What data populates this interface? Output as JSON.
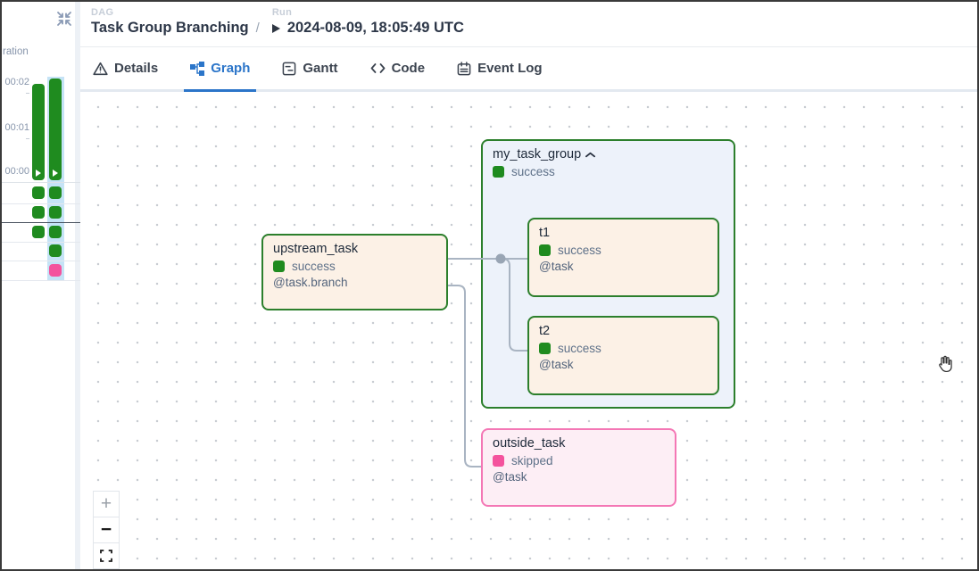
{
  "colors": {
    "accent_blue": "#2b75c9",
    "success_green": "#1f8b1f",
    "skipped_pink": "#f4539d",
    "task_node_bg": "#fcf1e6",
    "group_node_bg": "#edf2fa",
    "edge_gray": "#a9b4c2",
    "run_highlight_blue": "#c5e3f6"
  },
  "sidebar": {
    "collapse_icon": "compress-arrows-icon",
    "duration_axis_label_truncated": "ration",
    "tick_labels": [
      "00:02",
      "00:01",
      "00:00"
    ],
    "runs": [
      {
        "state": "success",
        "approx_duration": "00:02",
        "selected": false
      },
      {
        "state": "success",
        "approx_duration": "00:02",
        "selected": true
      }
    ],
    "grid_rows": [
      {
        "cells": [
          "success",
          "success"
        ]
      },
      {
        "cells": [
          "success",
          "success"
        ]
      },
      {
        "cells": [
          "success",
          "success"
        ]
      },
      {
        "cells": [
          null,
          "success"
        ]
      },
      {
        "cells": [
          null,
          "skipped"
        ]
      }
    ]
  },
  "header": {
    "dag_label": "DAG",
    "dag_title": "Task Group Branching",
    "separator": "/",
    "run_label": "Run",
    "run_icon": "play-icon",
    "run_value": "2024-08-09, 18:05:49 UTC"
  },
  "tabs": [
    {
      "label": "Details",
      "icon": "warning-triangle-icon",
      "active": false
    },
    {
      "label": "Graph",
      "icon": "graph-icon",
      "active": true
    },
    {
      "label": "Gantt",
      "icon": "gantt-icon",
      "active": false
    },
    {
      "label": "Code",
      "icon": "code-icon",
      "active": false
    },
    {
      "label": "Event Log",
      "icon": "event-log-icon",
      "active": false
    }
  ],
  "graph": {
    "group": {
      "name": "my_task_group",
      "state": "success",
      "collapse_icon": "chevron-up-icon"
    },
    "nodes": [
      {
        "label": "upstream_task",
        "state": "success",
        "decorator": "@task.branch"
      },
      {
        "label": "t1",
        "state": "success",
        "decorator": "@task"
      },
      {
        "label": "t2",
        "state": "success",
        "decorator": "@task"
      },
      {
        "label": "outside_task",
        "state": "skipped",
        "decorator": "@task"
      }
    ],
    "edges": [
      {
        "from": "upstream_task",
        "to": "t1"
      },
      {
        "from": "upstream_task",
        "to": "t2"
      },
      {
        "from": "upstream_task",
        "to": "outside_task"
      }
    ]
  },
  "controls": {
    "zoom_in": "+",
    "zoom_out": "−",
    "fit_view_icon": "fit-view-icon",
    "cursor": "grab-hand-icon"
  }
}
